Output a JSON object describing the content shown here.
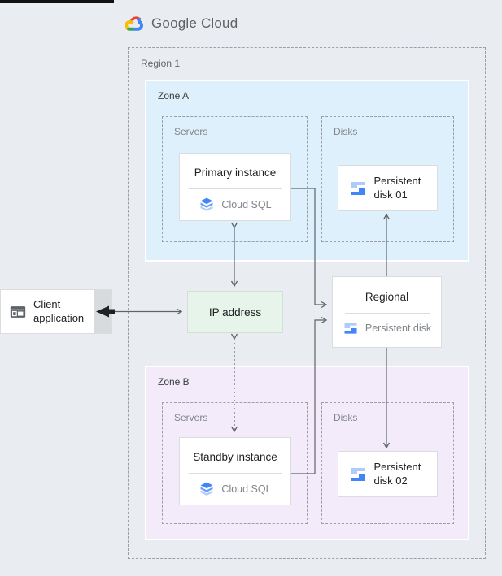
{
  "header": {
    "brand": "Google Cloud"
  },
  "client": {
    "label": "Client application"
  },
  "region": {
    "label": "Region 1",
    "ip_box": {
      "label": "IP address"
    },
    "regional_card": {
      "title": "Regional",
      "product": "Persistent disk"
    },
    "zone_a": {
      "label": "Zone A",
      "servers_label": "Servers",
      "disks_label": "Disks",
      "instance": {
        "title": "Primary instance",
        "product": "Cloud SQL"
      },
      "disk": {
        "title": "Persistent disk 01"
      }
    },
    "zone_b": {
      "label": "Zone B",
      "servers_label": "Servers",
      "disks_label": "Disks",
      "instance": {
        "title": "Standby instance",
        "product": "Cloud SQL"
      },
      "disk": {
        "title": "Persistent disk 02"
      }
    }
  },
  "icons": {
    "brand": "google-cloud-logo",
    "database": "cloud-sql-icon",
    "disk": "persistent-disk-icon",
    "client": "application-window-icon"
  },
  "colors": {
    "page_bg": "#e9edf1",
    "zone_a_bg": "#def0fb",
    "zone_b_bg": "#f3ebfa",
    "ip_bg": "#e7f4e9",
    "card_border": "#dadce0",
    "dashed_border": "#9aa0a6",
    "arrow": "#5f6368",
    "arrow_bold": "#202124",
    "logo_red": "#ea4335",
    "logo_blue": "#4285f4",
    "logo_green": "#34a853",
    "logo_yellow": "#fbbc05",
    "disk_blue_light": "#aecbfa",
    "disk_blue_dark": "#4285f4",
    "sql_blue_top": "#4285f4",
    "sql_blue_mid": "#669df6",
    "sql_blue_bottom": "#aecbfa",
    "text_primary": "#202124",
    "text_secondary": "#80868b"
  }
}
